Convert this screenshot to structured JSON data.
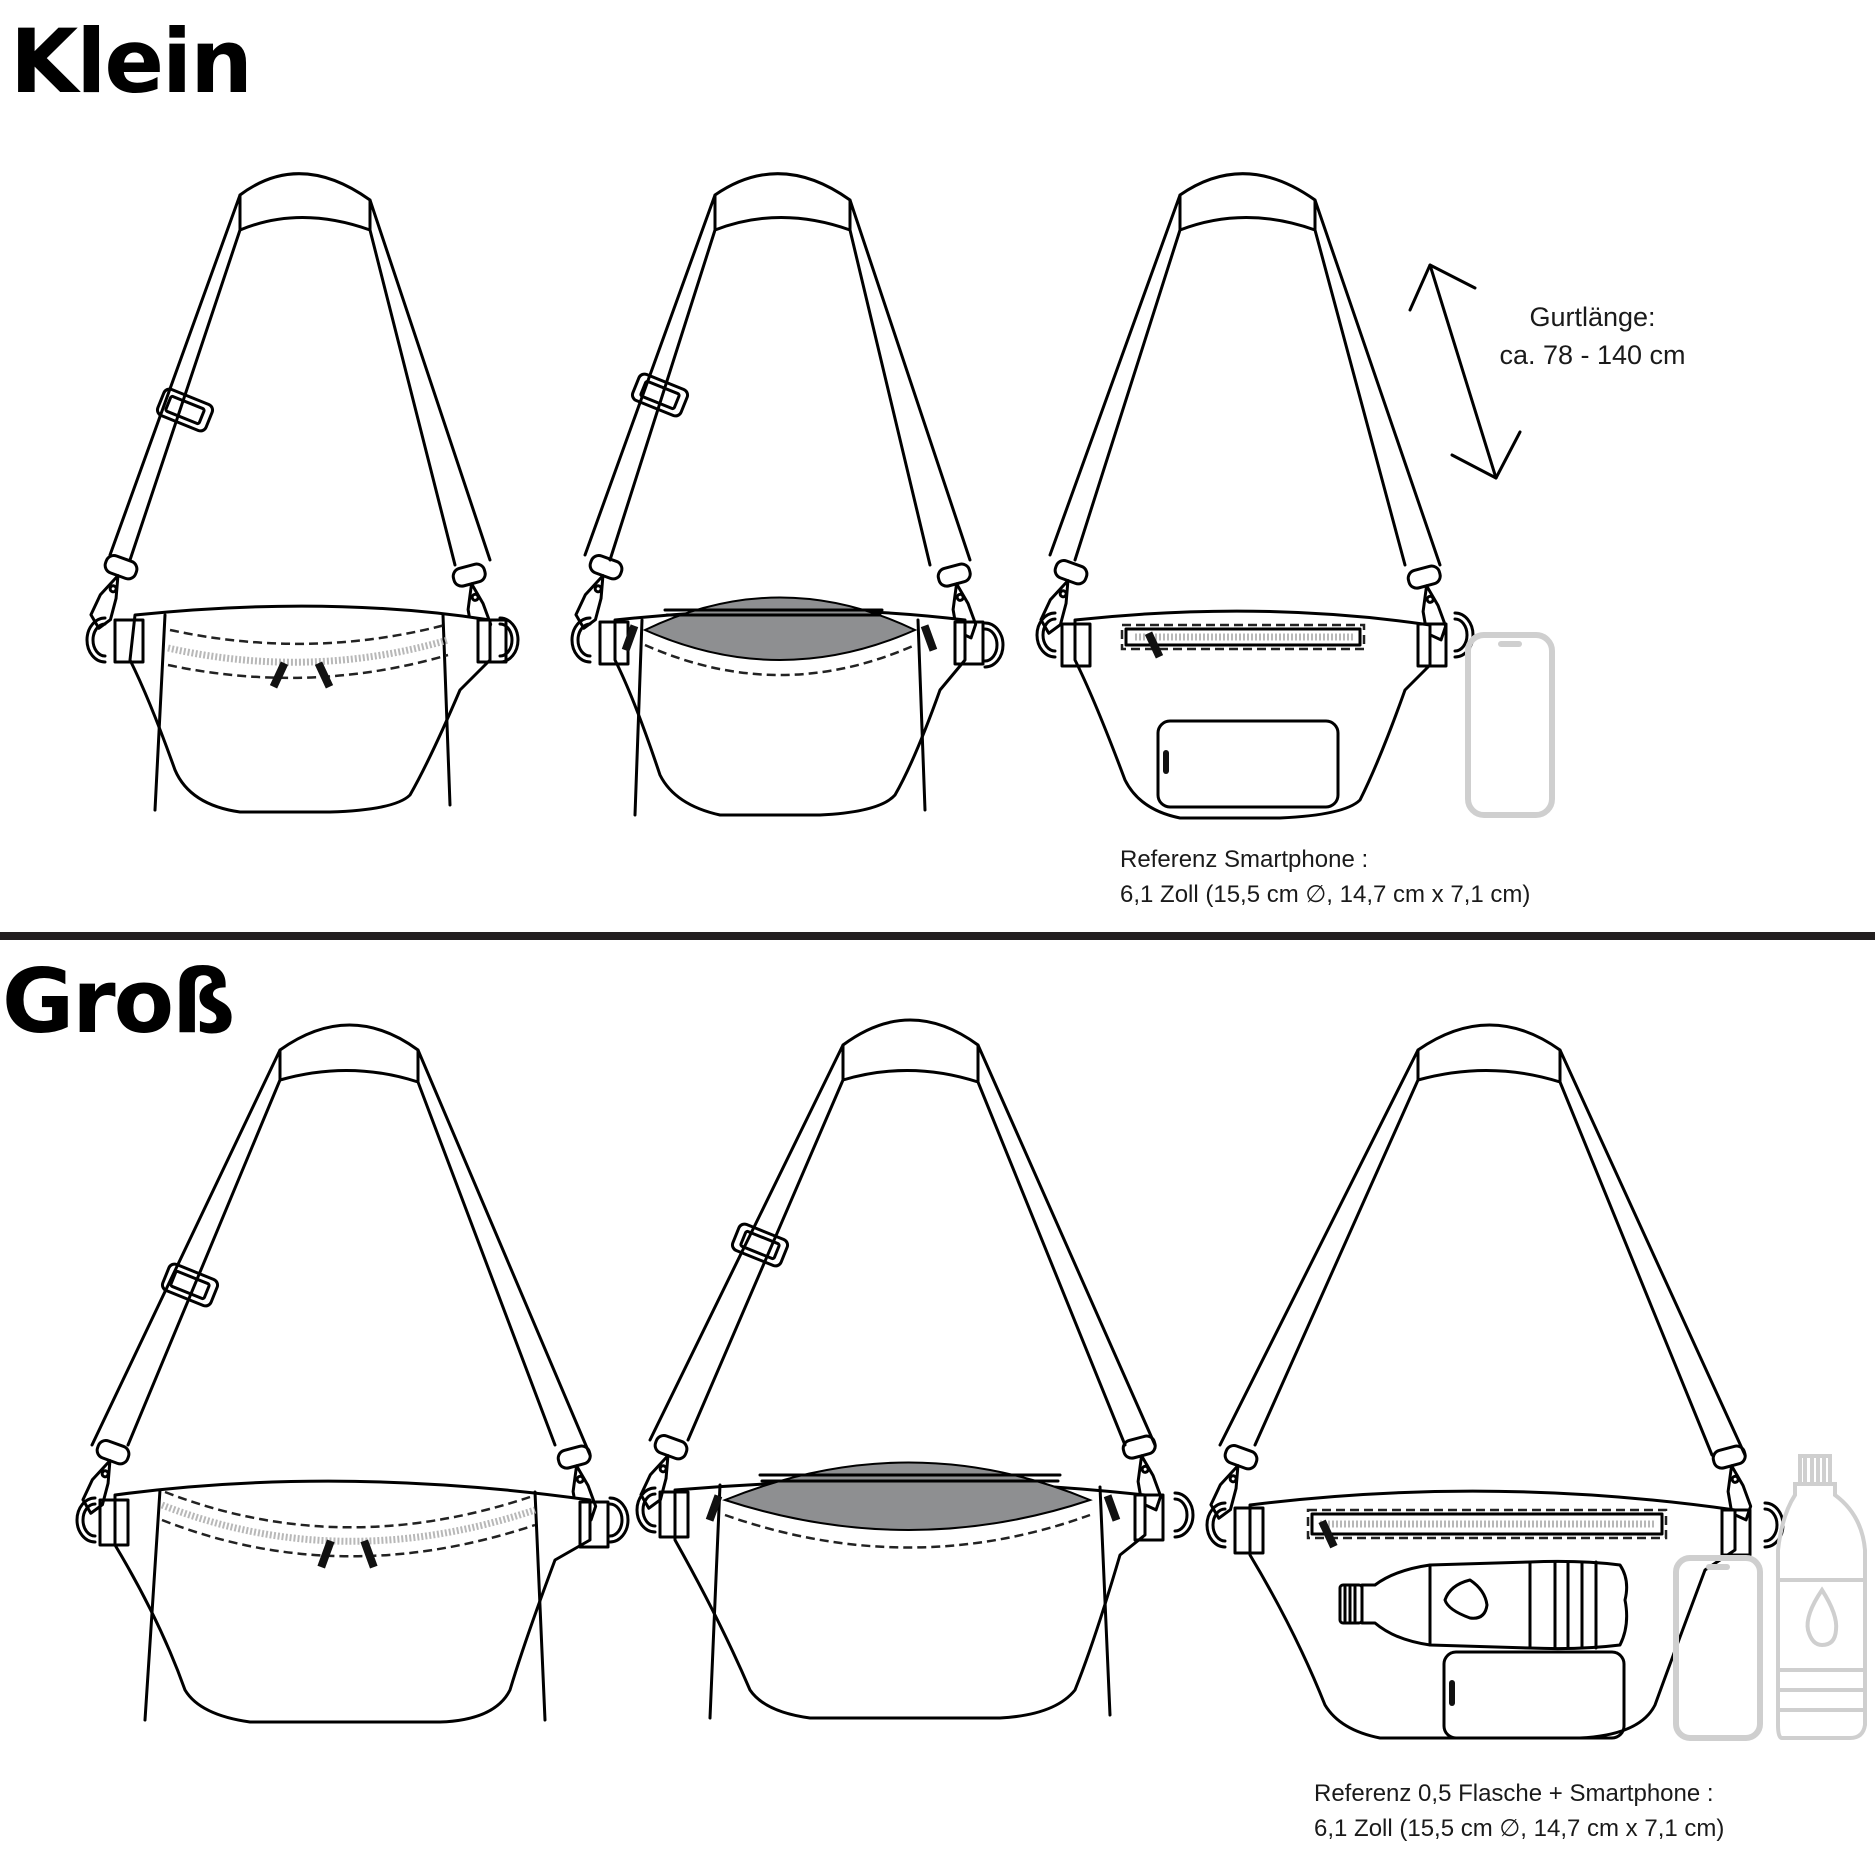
{
  "sections": {
    "small": {
      "title": "Klein",
      "strap_length": {
        "label": "Gurtlänge:",
        "value": "ca. 78 - 140 cm"
      },
      "reference": {
        "line1": "Referenz Smartphone :",
        "line2": "6,1 Zoll (15,5 cm ∅, 14,7 cm x 7,1 cm)"
      },
      "views": [
        "front-closed",
        "front-open",
        "back-with-smartphone"
      ]
    },
    "large": {
      "title": "Groß",
      "reference": {
        "line1": "Referenz 0,5 Flasche + Smartphone :",
        "line2": "6,1 Zoll (15,5 cm ∅, 14,7 cm x 7,1 cm)"
      },
      "views": [
        "front-closed",
        "front-open",
        "back-with-bottle-and-smartphone"
      ]
    }
  },
  "colors": {
    "line": "#000000",
    "divider": "#231f20",
    "bag_interior": "#8e8f91",
    "zipper_teeth": "#b8b8b8",
    "reference_outline": "#cfcfcf"
  }
}
